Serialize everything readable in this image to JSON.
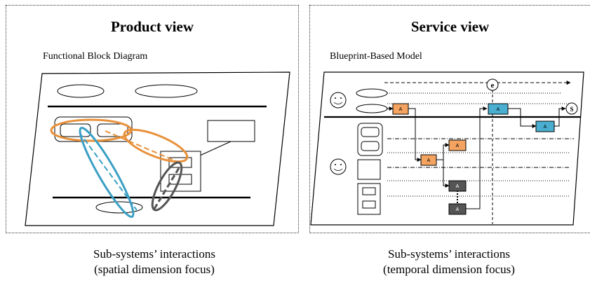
{
  "product_view": {
    "title": "Product view",
    "subtitle": "Functional Block Diagram",
    "caption_line1": "Sub-systems’ interactions",
    "caption_line2": "(spatial dimension focus)"
  },
  "service_view": {
    "title": "Service view",
    "subtitle": "Blueprint-Based Model",
    "caption_line1": "Sub-systems’ interactions",
    "caption_line2": "(temporal dimension focus)",
    "event_label": "e",
    "end_label": "S",
    "activity_label": "A"
  },
  "colors": {
    "orange": "#f4a460",
    "orange_stroke": "#e8913a",
    "blue": "#4aaed0",
    "blue_stroke": "#3a9fc4",
    "dark": "#555555"
  }
}
